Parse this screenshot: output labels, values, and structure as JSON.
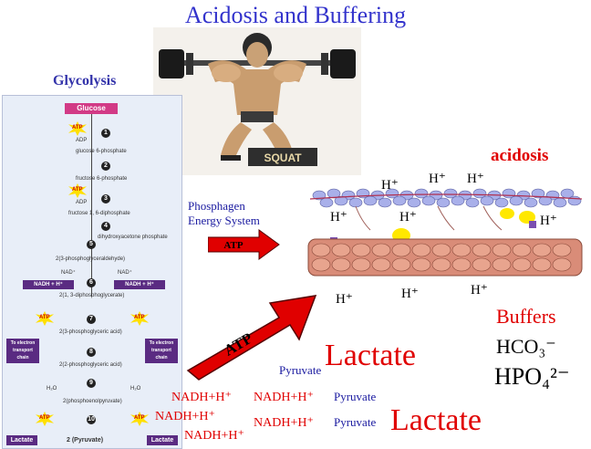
{
  "title": "Acidosis and Buffering",
  "glycolysis": {
    "heading": "Glycolysis",
    "glucose": "Glucose",
    "adp": "ADP",
    "atp": "ATP",
    "metabolites": [
      "glucose 6-phosphate",
      "fructose 6-phosphate",
      "fructose 1, 6-diphosphate",
      "dihydroxyacetone phosphate",
      "2(3-phosphoglyceraldehyde)",
      "2(1, 3-diphosphoglycerate)",
      "2(3-phosphoglyceric acid)",
      "2(2-phosphoglyceric acid)",
      "2(phosphoenolpyruvate)"
    ],
    "steps": [
      "1",
      "2",
      "3",
      "4",
      "5",
      "6",
      "7",
      "8",
      "9",
      "10"
    ],
    "nad": "NAD⁺",
    "nadh": "NADH + H⁺",
    "h2o": "H₂O",
    "etc": "To electron transport chain",
    "bottom": [
      "Lactate",
      "2 (Pyruvate)",
      "Lactate"
    ]
  },
  "weightlifter_caption": "SQUAT",
  "phosphagen": "Phosphagen\nEnergy System",
  "arrows": {
    "small": "ATP",
    "large": "ATP"
  },
  "acidosis": "acidosis",
  "h_ion": "H⁺",
  "buffers": {
    "label": "Buffers",
    "hco3": "HCO₃⁻",
    "hpo4": "HPO₄²⁻"
  },
  "lactate": "Lactate",
  "pyruvate": "Pyruvate",
  "nadh": "NADH+H⁺"
}
